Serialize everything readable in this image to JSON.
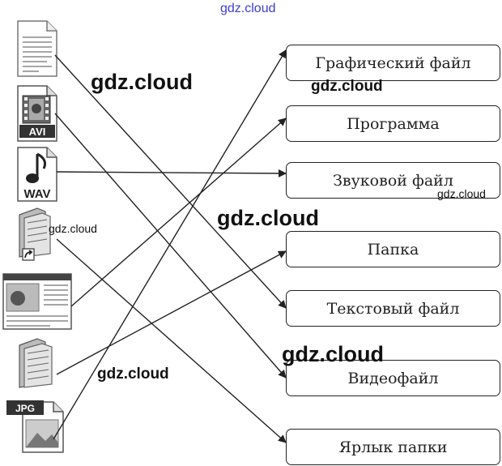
{
  "targets": [
    {
      "id": "graphic",
      "label": "Графический файл"
    },
    {
      "id": "program",
      "label": "Программа"
    },
    {
      "id": "sound",
      "label": "Звуковой файл"
    },
    {
      "id": "folder",
      "label": "Папка"
    },
    {
      "id": "text",
      "label": "Текстовый файл"
    },
    {
      "id": "video",
      "label": "Видеофайл"
    },
    {
      "id": "shortcut",
      "label": "Ярлык папки"
    }
  ],
  "icons": [
    {
      "id": "text-doc",
      "icon": "text-document-icon",
      "label": ""
    },
    {
      "id": "avi",
      "icon": "avi-file-icon",
      "label": "AVI"
    },
    {
      "id": "wav",
      "icon": "wav-file-icon",
      "label": "WAV"
    },
    {
      "id": "folder-shortcut",
      "icon": "folder-shortcut-icon",
      "label": ""
    },
    {
      "id": "program",
      "icon": "program-window-icon",
      "label": ""
    },
    {
      "id": "folder",
      "icon": "folder-icon",
      "label": ""
    },
    {
      "id": "jpg",
      "icon": "jpg-file-icon",
      "label": "JPG"
    }
  ],
  "connections": [
    {
      "from": "text-doc",
      "to": "text"
    },
    {
      "from": "avi",
      "to": "video"
    },
    {
      "from": "wav",
      "to": "sound"
    },
    {
      "from": "folder-shortcut",
      "to": "shortcut"
    },
    {
      "from": "program",
      "to": "program"
    },
    {
      "from": "folder",
      "to": "folder"
    },
    {
      "from": "jpg",
      "to": "graphic"
    }
  ],
  "watermarks": {
    "top": "gdz.cloud",
    "w1": "gdz.cloud",
    "w2": "gdz.cloud",
    "w3": "gdz.cloud",
    "w4": "gdz.cloud",
    "w5": "gdz.cloud",
    "w6": "gdz.cloud",
    "w7": "gdz.cloud"
  },
  "colors": {
    "ink": "#222222",
    "watermark_top": "#3b3bd6"
  }
}
